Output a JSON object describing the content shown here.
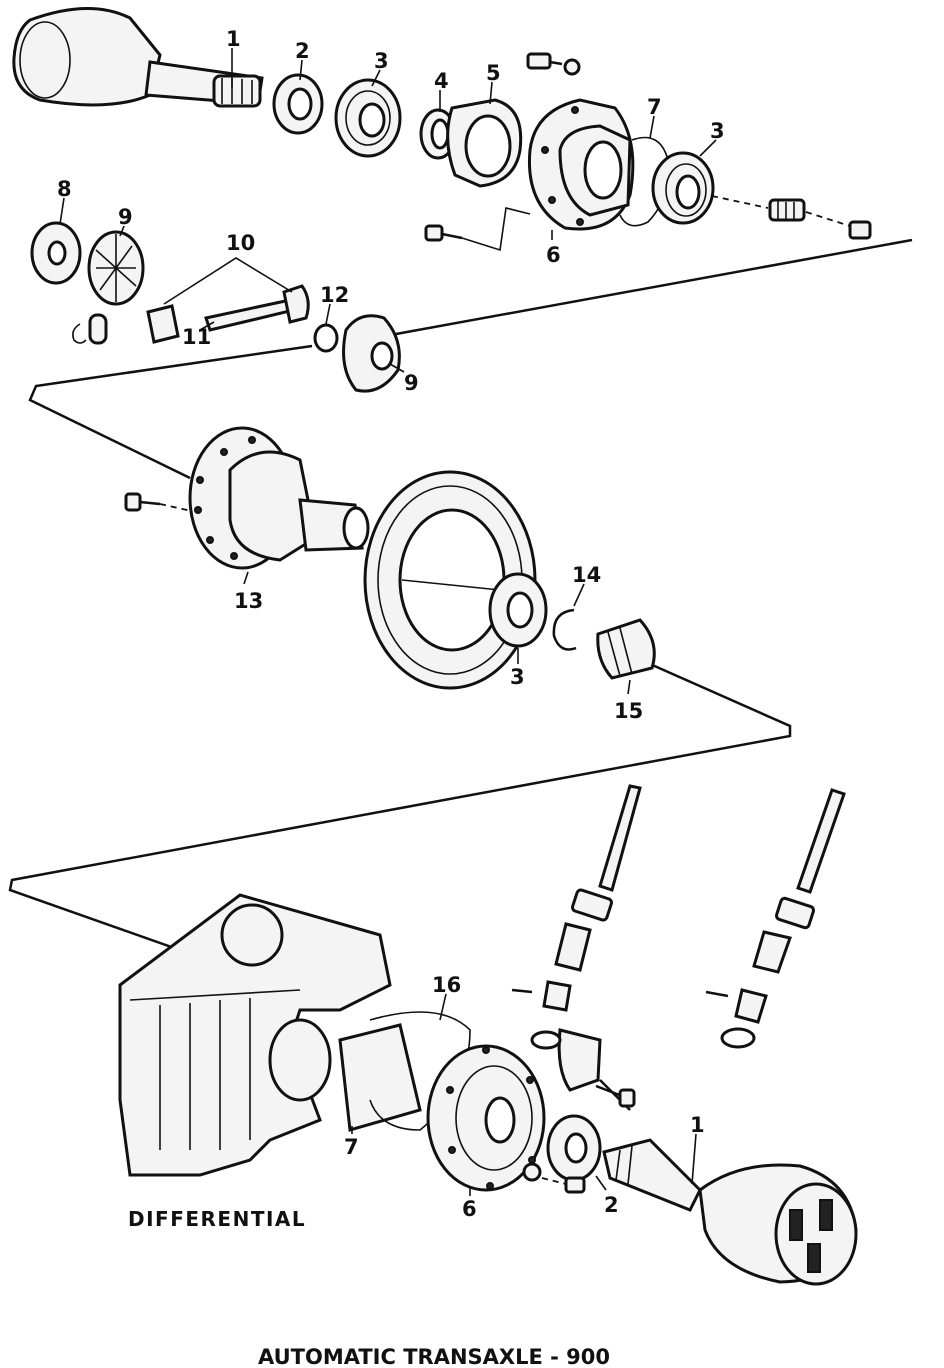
{
  "labels": {
    "p1_top": "1",
    "p2_top": "2",
    "p3_top": "3",
    "p4": "4",
    "p5": "5",
    "p7_top": "7",
    "p3_right": "3",
    "p6_top": "6",
    "p8": "8",
    "p9_left": "9",
    "p10": "10",
    "p11": "11",
    "p12": "12",
    "p9_right": "9",
    "p13": "13",
    "p14": "14",
    "p3_mid": "3",
    "p15": "15",
    "p16": "16",
    "p7_bottom": "7",
    "p6_bottom": "6",
    "p2_bottom": "2",
    "p1_bottom": "1"
  },
  "captions": {
    "section": "DIFFERENTIAL",
    "title": "AUTOMATIC TRANSAXLE - 900"
  }
}
